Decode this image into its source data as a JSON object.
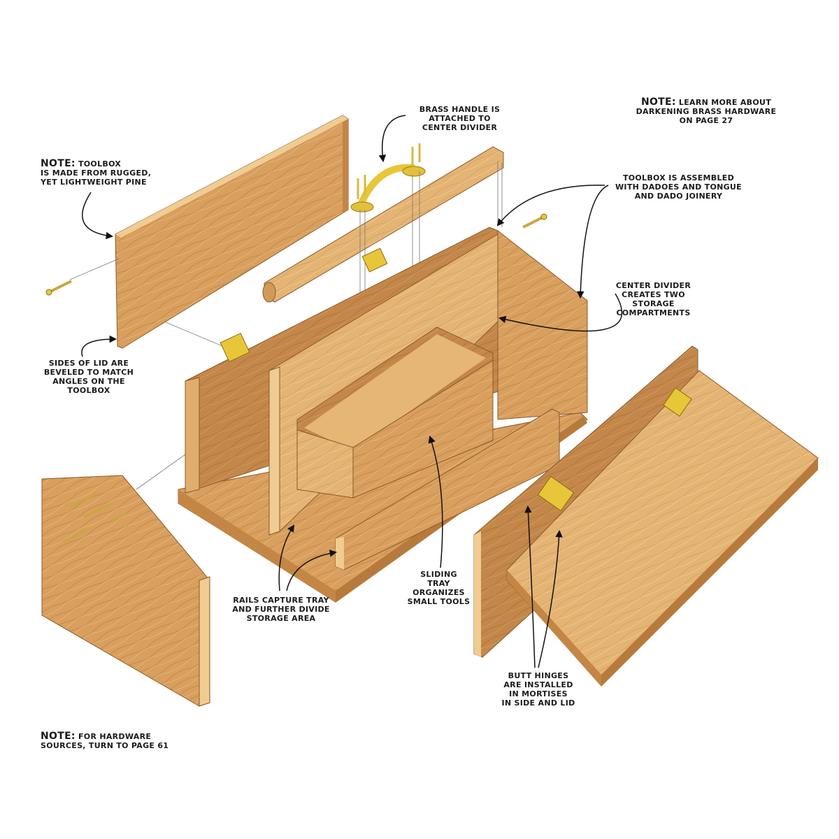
{
  "diagram": {
    "title": "Toolbox exploded assembly view",
    "colors": {
      "wood_light": "#e0ae6c",
      "wood_mid": "#cf9251",
      "wood_dark": "#b67a3c",
      "wood_edge": "#f0cc92",
      "brass": "#e8c63a",
      "line": "#1a1a1a"
    },
    "parts": [
      {
        "id": "lid-back-panel",
        "label": "Lid panel (back)"
      },
      {
        "id": "center-divider-handle-rail",
        "label": "Center divider top rail"
      },
      {
        "id": "brass-handle",
        "label": "Brass handle"
      },
      {
        "id": "toolbox-body",
        "label": "Toolbox body"
      },
      {
        "id": "sliding-tray",
        "label": "Sliding tray"
      },
      {
        "id": "front-rail",
        "label": "Front rail"
      },
      {
        "id": "end-panel",
        "label": "End panel"
      },
      {
        "id": "lid-front-panel",
        "label": "Lid panel (front)"
      },
      {
        "id": "side-panel",
        "label": "Side panel"
      },
      {
        "id": "butt-hinges",
        "label": "Butt hinges"
      },
      {
        "id": "screws",
        "label": "Screws"
      }
    ]
  },
  "annotations": {
    "note_material": {
      "prefix": "NOTE:",
      "text": " TOOLBOX\nIS MADE FROM RUGGED,\nYET LIGHTWEIGHT PINE"
    },
    "brass_handle": {
      "text": "BRASS HANDLE IS\nATTACHED TO\nCENTER DIVIDER"
    },
    "note_darkening": {
      "prefix": "NOTE:",
      "text": " LEARN MORE ABOUT\nDARKENING BRASS HARDWARE\nON PAGE 27"
    },
    "joinery": {
      "text": "TOOLBOX IS ASSEMBLED\nWITH DADOES AND TONGUE\nAND DADO JOINERY"
    },
    "center_divider": {
      "text": "CENTER DIVIDER\nCREATES TWO\nSTORAGE\nCOMPARTMENTS"
    },
    "lid_bevel": {
      "text": "SIDES OF LID ARE\nBEVELED TO MATCH\nANGLES ON THE\nTOOLBOX"
    },
    "rails": {
      "text": "RAILS CAPTURE TRAY\nAND FURTHER DIVIDE\nSTORAGE AREA"
    },
    "sliding_tray": {
      "text": "SLIDING\nTRAY\nORGANIZES\nSMALL TOOLS"
    },
    "butt_hinges": {
      "text": "BUTT HINGES\nARE INSTALLED\nIN MORTISES\nIN SIDE AND LID"
    },
    "note_hardware": {
      "prefix": "NOTE:",
      "text": " FOR HARDWARE\nSOURCES, TURN TO PAGE 61"
    }
  }
}
